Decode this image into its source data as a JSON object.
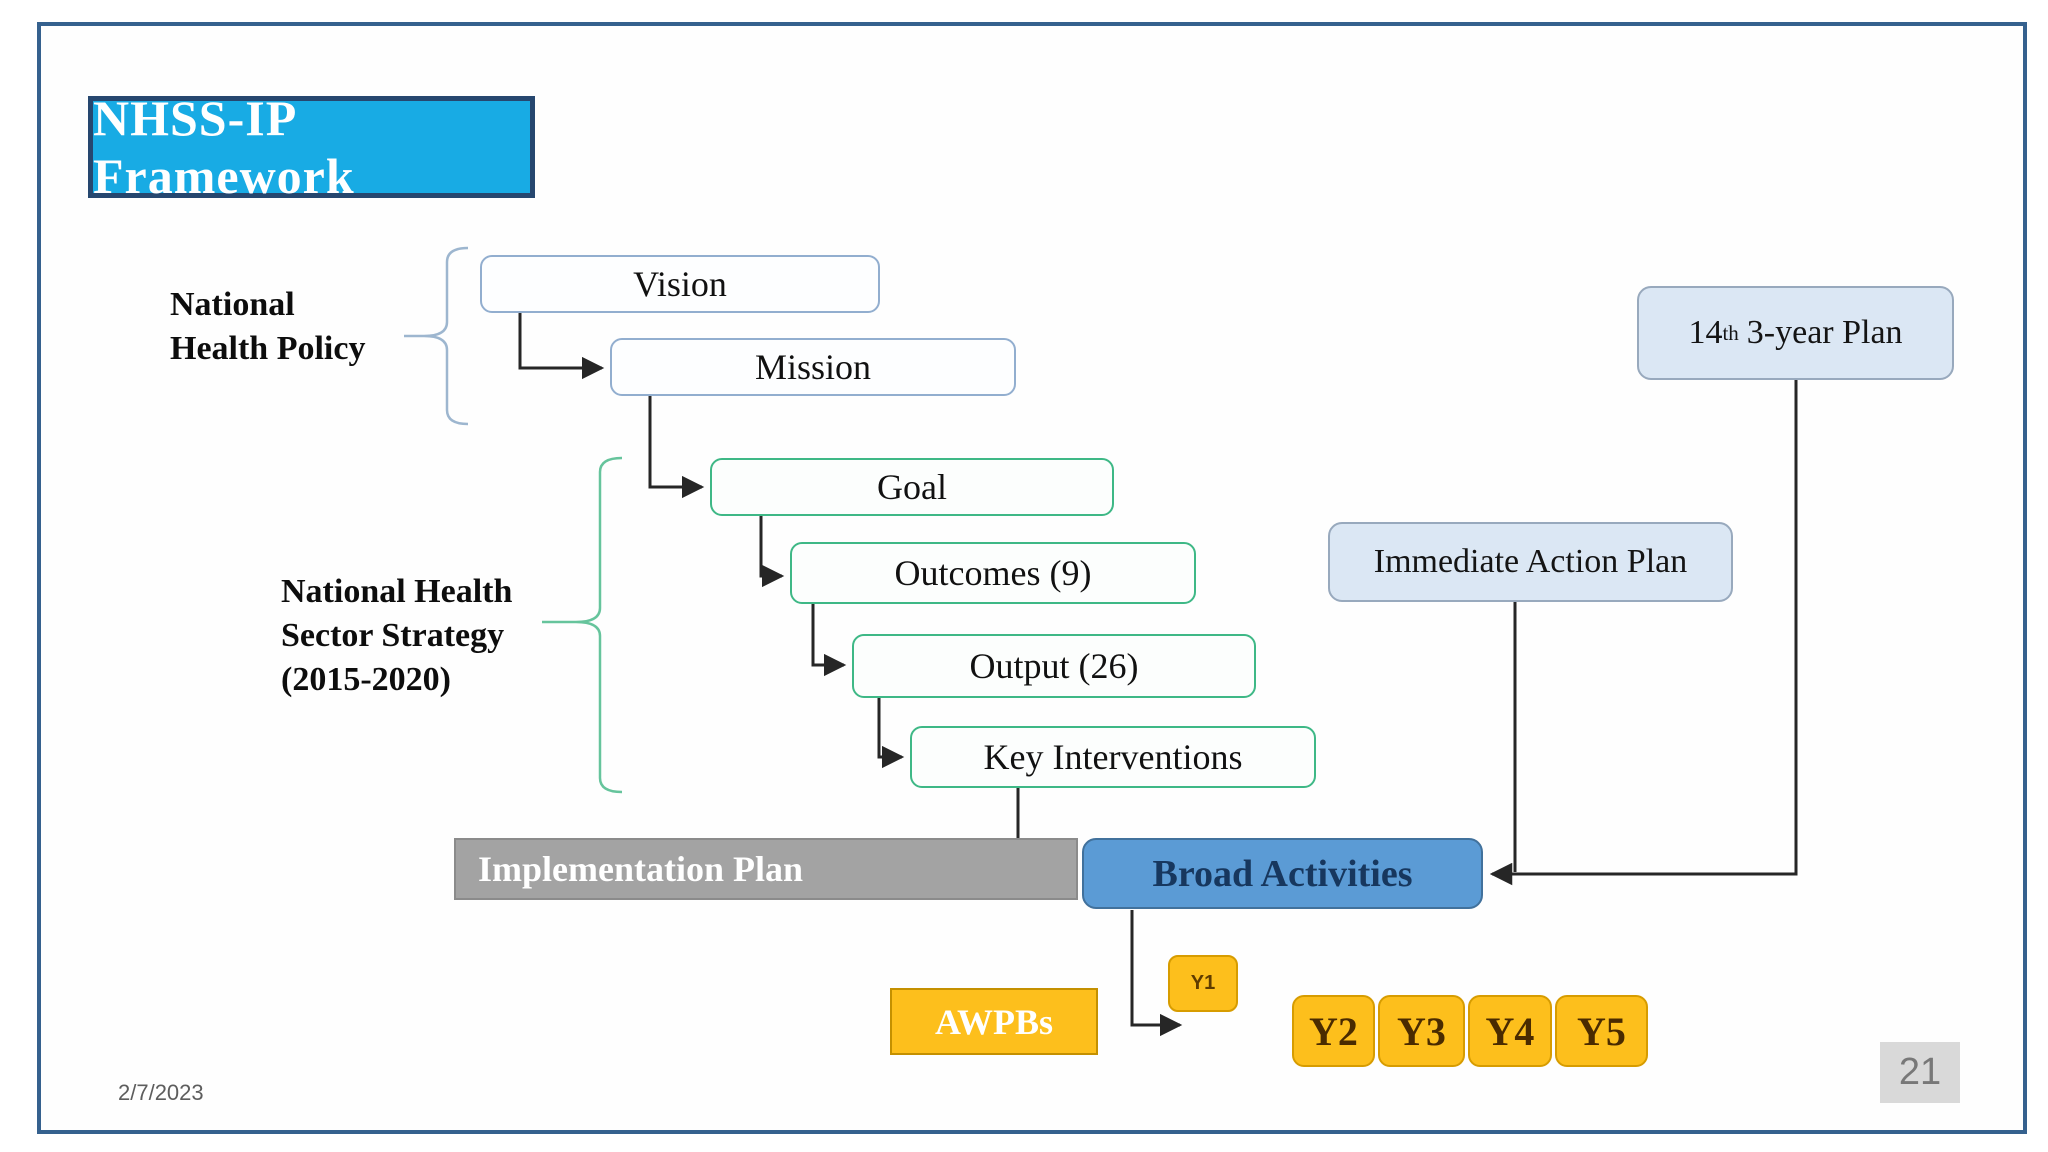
{
  "title": "NHSS-IP Framework",
  "footer": {
    "date": "2/7/2023",
    "page_number": "21"
  },
  "side_labels": {
    "nhp": [
      "National",
      "Health Policy"
    ],
    "nhss": [
      "National Health",
      "Sector Strategy",
      "(2015-2020)"
    ]
  },
  "policy_chain": {
    "vision": "Vision",
    "mission": "Mission"
  },
  "strategy_chain": {
    "goal": "Goal",
    "outcomes": "Outcomes (9)",
    "output": "Output (26)",
    "key_interventions": "Key Interventions"
  },
  "implementation": {
    "implementation_plan": "Implementation Plan",
    "broad_activities": "Broad Activities",
    "awpbs": "AWPBs",
    "years": [
      "Y1",
      "Y2",
      "Y3",
      "Y4",
      "Y5"
    ]
  },
  "right_plans": {
    "plan_14": {
      "prefix": "14",
      "sup": "th",
      "rest": "3-year Plan"
    },
    "immediate_action_plan": "Immediate Action Plan"
  },
  "colors": {
    "title_fill": "#18abe4",
    "title_border": "#26476f",
    "slide_border": "#35618e",
    "policy_box_border": "#92aecf",
    "strategy_box_border": "#3eb886",
    "plan_box_fill": "#dbe7f4",
    "implementation_gray": "#a3a3a3",
    "broad_activities_fill": "#5b9bd5",
    "gold": "#fdbf1c",
    "connector_black": "#262626",
    "page_badge_bg": "#d9d9d9"
  }
}
